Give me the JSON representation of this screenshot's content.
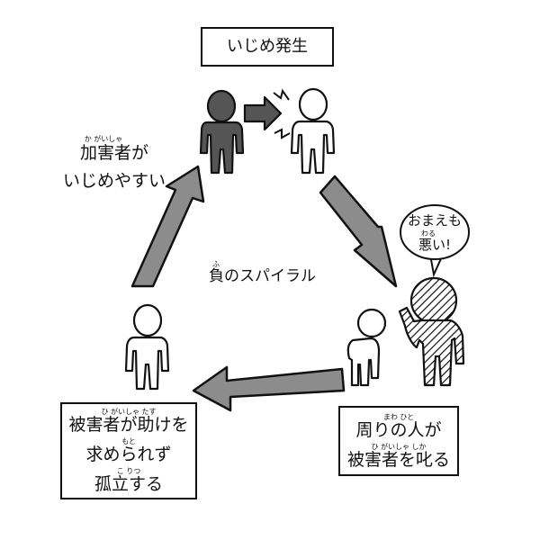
{
  "start_box": {
    "text": "いじめ発生"
  },
  "bully_label": {
    "ruby": "か がいしゃ",
    "line1": "加害者が",
    "line2": "いじめやすい"
  },
  "center": {
    "ruby": "ふ",
    "text": "負のスパイラル"
  },
  "bubble": {
    "line1": "おまえも",
    "ruby": "わる",
    "line2": "悪い!"
  },
  "bystander_box": {
    "ruby1": "まわ      ひと",
    "line1": "周りの人が",
    "ruby2": "ひ がいしゃ     しか",
    "line2": "被害者を叱る"
  },
  "victim_box": {
    "ruby1": "ひ がいしゃ      たす",
    "line1": "被害者が助けを",
    "ruby2": "もと",
    "line2": "求められず",
    "ruby3": "こ りつ",
    "line3": "孤立する"
  },
  "colors": {
    "arrow_fill": "#8c8c8c",
    "bully_fill": "#555555",
    "outline": "#111111",
    "background": "#ffffff"
  }
}
